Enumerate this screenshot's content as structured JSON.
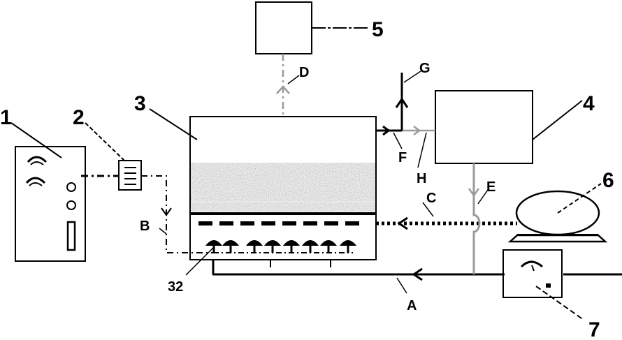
{
  "labels": {
    "n1": "1",
    "n2": "2",
    "n3": "3",
    "n4": "4",
    "n5": "5",
    "n6": "6",
    "n7": "7",
    "n32": "32",
    "A": "A",
    "B": "B",
    "C": "C",
    "D": "D",
    "E": "E",
    "F": "F",
    "G": "G",
    "H": "H"
  },
  "colors": {
    "line": "#000000",
    "gray_pipe": "#9a9a9a",
    "media": "#8a8a8a"
  }
}
